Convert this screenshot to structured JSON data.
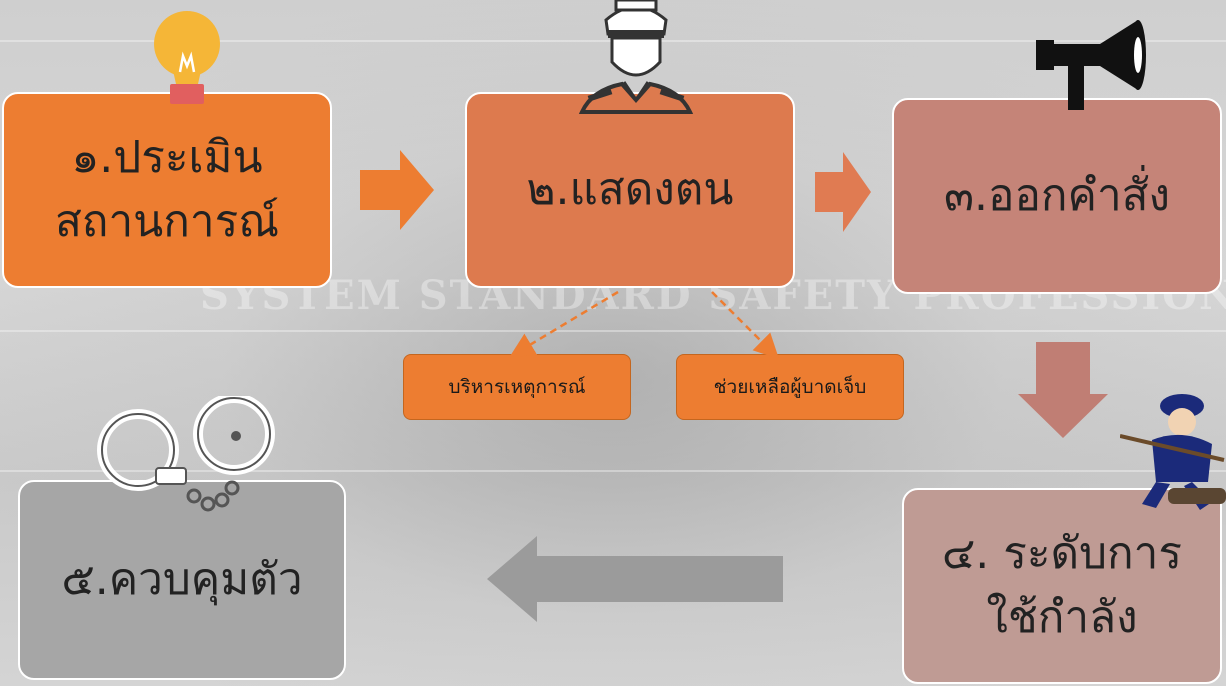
{
  "steps": [
    {
      "id": "1",
      "label": "๑.ประเมิน\nสถานการณ์",
      "color": "#ed7d31",
      "icon": "lightbulb-icon"
    },
    {
      "id": "2",
      "label": "๒.แสดงตน",
      "color": "#dd7a4e",
      "icon": "police-officer-icon"
    },
    {
      "id": "3",
      "label": "๓.ออกคำสั่ง",
      "color": "#c58478",
      "icon": "megaphone-icon"
    },
    {
      "id": "4",
      "label": "๔. ระดับการ\nใช้กำลัง",
      "color": "#bf9b94",
      "icon": "police-force-icon"
    },
    {
      "id": "5",
      "label": "๕.ควบคุมตัว",
      "color": "#a6a6a6",
      "icon": "handcuffs-icon"
    }
  ],
  "sub_steps": [
    {
      "label": "บริหารเหตุการณ์",
      "color": "#ed7d31"
    },
    {
      "label": "ช่วยเหลือผู้บาดเจ็บ",
      "color": "#ed7d31"
    }
  ],
  "background_text": "SYSTEM STANDARD SAFETY PROFESSIONAL",
  "colors": {
    "arrow_1": "#ed7d31",
    "arrow_2": "#e07b52",
    "arrow_3": "#c07e74",
    "arrow_4": "#9b9b9b",
    "dashed": "#ed7d31"
  }
}
